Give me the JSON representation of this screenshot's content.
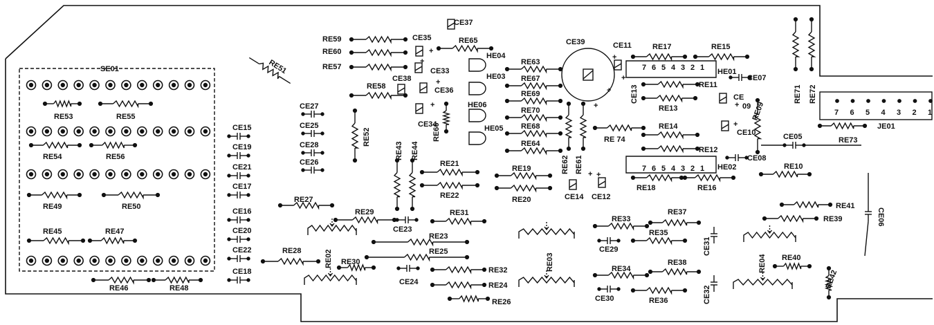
{
  "colors": {
    "ink": "#111111",
    "paper": "#ffffff"
  },
  "labels": {
    "se01": "SE01",
    "re53": "RE53",
    "re55": "RE55",
    "re54": "RE54",
    "re56": "RE56",
    "re49": "RE49",
    "re50": "RE50",
    "re45": "RE45",
    "re47": "RE47",
    "re46": "RE46",
    "re48": "RE48",
    "ce15": "CE15",
    "ce19": "CE19",
    "ce21": "CE21",
    "ce17": "CE17",
    "ce16": "CE16",
    "ce20": "CE20",
    "ce22": "CE22",
    "ce18": "CE18",
    "re51": "RE51",
    "ce27": "CE27",
    "ce25": "CE25",
    "ce28": "CE28",
    "ce26": "CE26",
    "re52": "RE52",
    "re27": "RE27",
    "re28": "RE28",
    "re02": "RE02",
    "re29": "RE29",
    "re30": "RE30",
    "re59": "RE59",
    "re60": "RE60",
    "re57": "RE57",
    "re58": "RE58",
    "ce35": "CE35",
    "ce37": "CE37",
    "re65": "RE65",
    "ce33": "CE33",
    "ce38": "CE38",
    "ce36": "CE36",
    "ce34": "CE34",
    "re66": "RE66",
    "he04": "HE04",
    "he03": "HE03",
    "he06": "HE06",
    "he05": "HE05",
    "re63": "RE63",
    "re67": "RE67",
    "re69": "RE69",
    "re70": "RE70",
    "re68": "RE68",
    "re64": "RE64",
    "re62": "RE62",
    "re61": "RE61",
    "re43": "RE43",
    "re44": "RE44",
    "re21": "RE21",
    "re22": "RE22",
    "re19": "RE19",
    "re20": "RE20",
    "re31": "RE31",
    "ce23": "CE23",
    "re23": "RE23",
    "re25": "RE25",
    "ce24": "CE24",
    "re32": "RE32",
    "re24": "RE24",
    "re26": "RE26",
    "ce39": "CE39",
    "ce11": "CE11",
    "ce13": "CE13",
    "re17": "RE17",
    "re11": "RE11",
    "re13": "RE13",
    "he01": "HE01",
    "re15": "RE15",
    "ce07": "CE07",
    "ce09a": "CE",
    "ce09b": "09",
    "re09": "RE09",
    "ce10": "CE10",
    "re74": "RE 74",
    "re14": "RE14",
    "re12": "RE12",
    "he02": "HE02",
    "re18": "RE18",
    "re16": "RE16",
    "ce08": "CE08",
    "ce14": "CE14",
    "ce12": "CE12",
    "re71": "RE71",
    "re72": "RE72",
    "je01": "JE01",
    "re73": "RE73",
    "ce05": "CE05",
    "re10": "RE10",
    "re41": "RE41",
    "re39": "RE39",
    "ce06": "CE06",
    "re03": "RE03",
    "re33": "RE33",
    "re37": "RE37",
    "re35": "RE35",
    "ce29": "CE29",
    "ce31": "CE31",
    "re34": "RE34",
    "re38": "RE38",
    "ce30": "CE30",
    "re36": "RE36",
    "ce32": "CE32",
    "re04": "RE04",
    "re40": "RE40",
    "re42": "RE42"
  },
  "he_pins": [
    "7",
    "6",
    "5",
    "4",
    "3",
    "2",
    "1"
  ],
  "je_pins": [
    "7",
    "6",
    "5",
    "4",
    "3",
    "2",
    "1"
  ],
  "plus": "+"
}
